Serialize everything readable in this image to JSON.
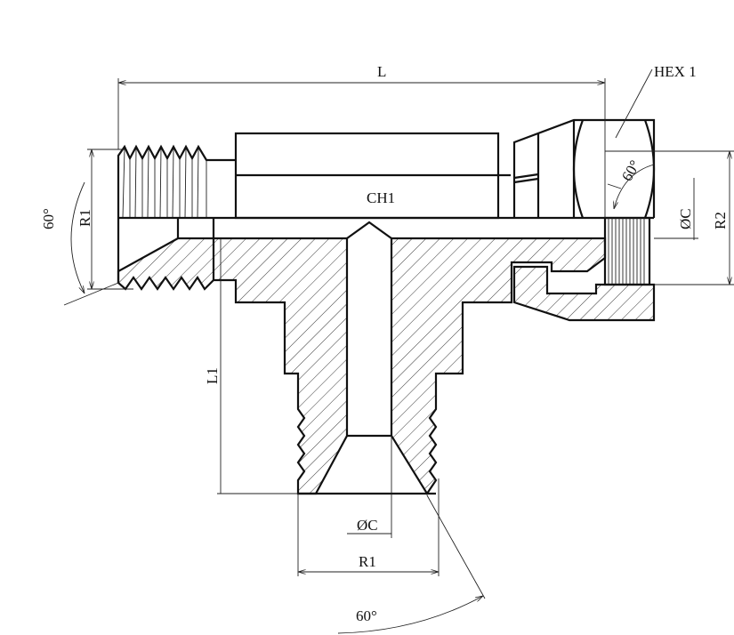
{
  "drawing": {
    "labels": {
      "overall_length": "L",
      "hex_callout": "HEX 1",
      "body_hex": "CH1",
      "left_thread": "R1",
      "left_angle": "60°",
      "nut_angle": "60°",
      "right_bore": "ØC",
      "right_thread": "R2",
      "branch_length": "L1",
      "branch_bore": "ØC",
      "branch_thread": "R1",
      "branch_angle": "60°"
    },
    "colors": {
      "line": "#111111",
      "background": "#ffffff"
    }
  }
}
